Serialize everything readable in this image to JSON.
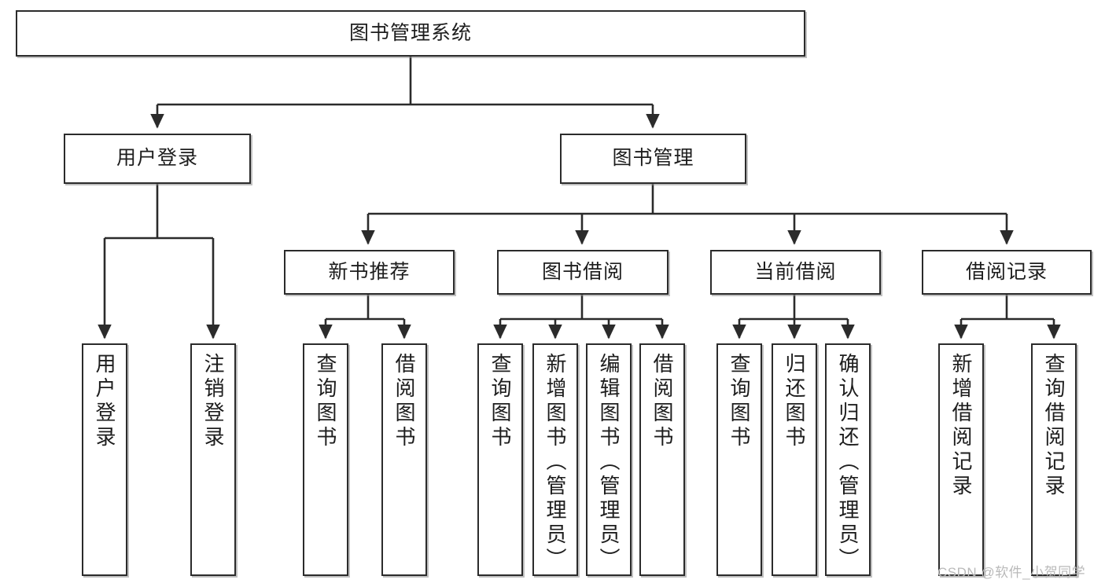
{
  "diagram": {
    "type": "tree-hierarchy",
    "title": "图书管理系统",
    "watermark": "CSDN @软件_小贺同学",
    "colors": {
      "background": "#ffffff",
      "node_border": "#2b2b2b",
      "node_fill": "#ffffff",
      "edge": "#2b2b2b",
      "text": "#1d1d1d",
      "watermark": "#b9b9b9"
    },
    "nodes": {
      "root": {
        "label": "图书管理系统"
      },
      "level2": [
        {
          "id": "user-login",
          "label": "用户登录"
        },
        {
          "id": "book-manage",
          "label": "图书管理"
        }
      ],
      "level3": [
        {
          "id": "new-book-rec",
          "label": "新书推荐"
        },
        {
          "id": "book-borrow",
          "label": "图书借阅"
        },
        {
          "id": "current-borrow",
          "label": "当前借阅"
        },
        {
          "id": "borrow-record",
          "label": "借阅记录"
        }
      ],
      "leaves": {
        "user-login": [
          {
            "id": "leaf-user-login",
            "label": "用户登录"
          },
          {
            "id": "leaf-logout",
            "label": "注销登录"
          }
        ],
        "new-book-rec": [
          {
            "id": "leaf-query-book-1",
            "label": "查询图书"
          },
          {
            "id": "leaf-borrow-book-1",
            "label": "借阅图书"
          }
        ],
        "book-borrow": [
          {
            "id": "leaf-query-book-2",
            "label": "查询图书"
          },
          {
            "id": "leaf-add-book",
            "label": "新增图书（管理员）"
          },
          {
            "id": "leaf-edit-book",
            "label": "编辑图书（管理员）"
          },
          {
            "id": "leaf-borrow-book-2",
            "label": "借阅图书"
          }
        ],
        "current-borrow": [
          {
            "id": "leaf-query-book-3",
            "label": "查询图书"
          },
          {
            "id": "leaf-return-book",
            "label": "归还图书"
          },
          {
            "id": "leaf-confirm-return",
            "label": "确认归还（管理员）"
          }
        ],
        "borrow-record": [
          {
            "id": "leaf-add-record",
            "label": "新增借阅记录"
          },
          {
            "id": "leaf-query-record",
            "label": "查询借阅记录"
          }
        ]
      }
    },
    "edges": [
      {
        "from": "图书管理系统",
        "to": "用户登录"
      },
      {
        "from": "图书管理系统",
        "to": "图书管理"
      },
      {
        "from": "用户登录",
        "to": "用户登录"
      },
      {
        "from": "用户登录",
        "to": "注销登录"
      },
      {
        "from": "图书管理",
        "to": "新书推荐"
      },
      {
        "from": "图书管理",
        "to": "图书借阅"
      },
      {
        "from": "图书管理",
        "to": "当前借阅"
      },
      {
        "from": "图书管理",
        "to": "借阅记录"
      },
      {
        "from": "新书推荐",
        "to": "查询图书"
      },
      {
        "from": "新书推荐",
        "to": "借阅图书"
      },
      {
        "from": "图书借阅",
        "to": "查询图书"
      },
      {
        "from": "图书借阅",
        "to": "新增图书（管理员）"
      },
      {
        "from": "图书借阅",
        "to": "编辑图书（管理员）"
      },
      {
        "from": "图书借阅",
        "to": "借阅图书"
      },
      {
        "from": "当前借阅",
        "to": "查询图书"
      },
      {
        "from": "当前借阅",
        "to": "归还图书"
      },
      {
        "from": "当前借阅",
        "to": "确认归还（管理员）"
      },
      {
        "from": "借阅记录",
        "to": "新增借阅记录"
      },
      {
        "from": "借阅记录",
        "to": "查询借阅记录"
      }
    ]
  }
}
